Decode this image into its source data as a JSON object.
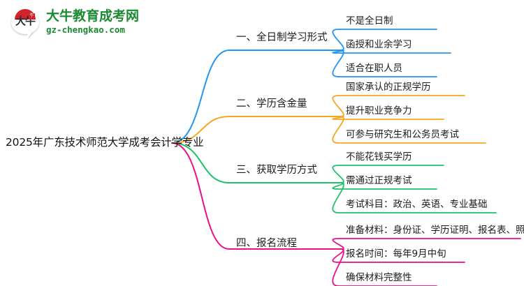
{
  "logo": {
    "mark_text": "大牛",
    "seal_text": "牛",
    "title": "大牛教育成考网",
    "url": "gz-chengkao.com",
    "brand_green": "#1a8a32",
    "brand_red": "#d2232a"
  },
  "mindmap": {
    "root": "2025年广东技术师范大学成考会计学专业",
    "branches": [
      {
        "label": "一、全日制学习形式",
        "color": "#2196f3",
        "children": [
          "不是全日制",
          "函授和业余学习",
          "适合在职人员"
        ]
      },
      {
        "label": "二、学历含金量",
        "color": "#f5a623",
        "children": [
          "国家承认的正规学历",
          "提升职业竞争力",
          "可参与研究生和公务员考试"
        ]
      },
      {
        "label": "三、获取学历方式",
        "color": "#1ec26a",
        "children": [
          "不能花钱买学历",
          "需通过正规考试",
          "考试科目：政治、英语、专业基础"
        ]
      },
      {
        "label": "四、报名流程",
        "color": "#ec0f86",
        "children": [
          "准备材料：身份证、学历证明、报名表、照片",
          "报名时间：每年9月中旬",
          "确保材料完整性"
        ]
      }
    ]
  }
}
